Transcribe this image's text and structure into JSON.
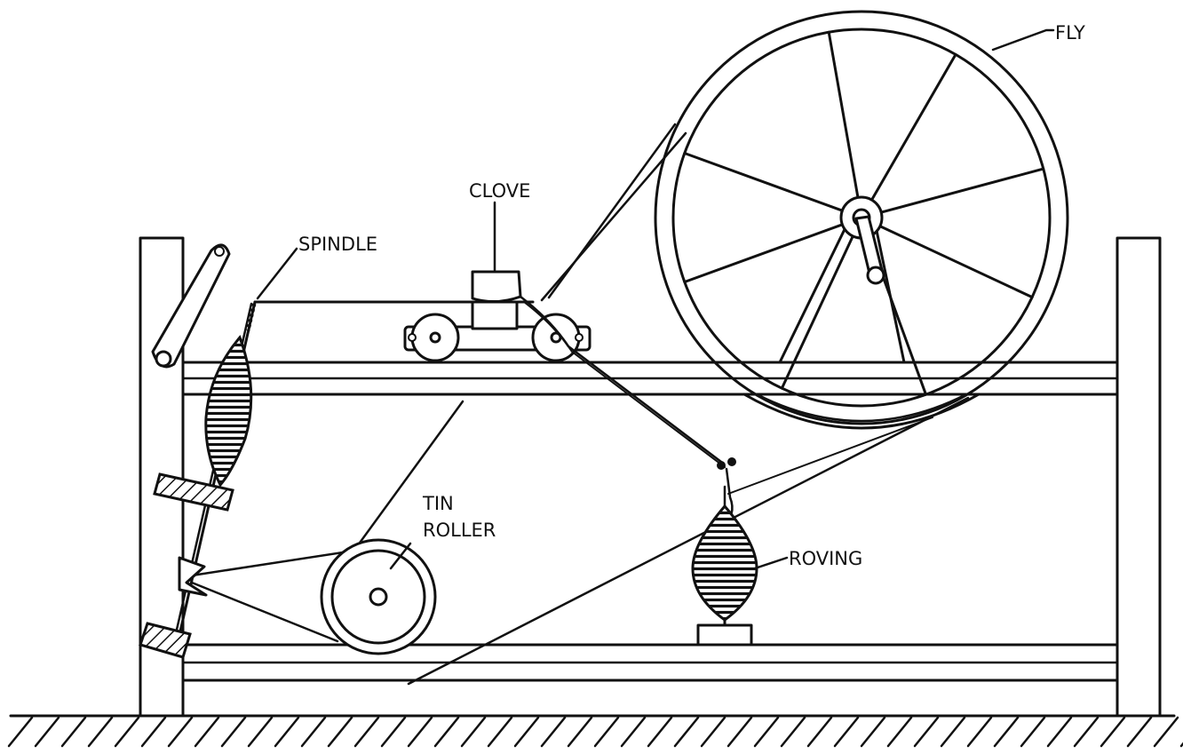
{
  "labels": {
    "fly": "FLY",
    "clove": "CLOVE",
    "spindle": "SPINDLE",
    "tin_roller_line1": "TIN",
    "tin_roller_line2": "ROLLER",
    "roving": "ROVING"
  },
  "colors": {
    "ink": "#111111",
    "paper": "#ffffff"
  }
}
